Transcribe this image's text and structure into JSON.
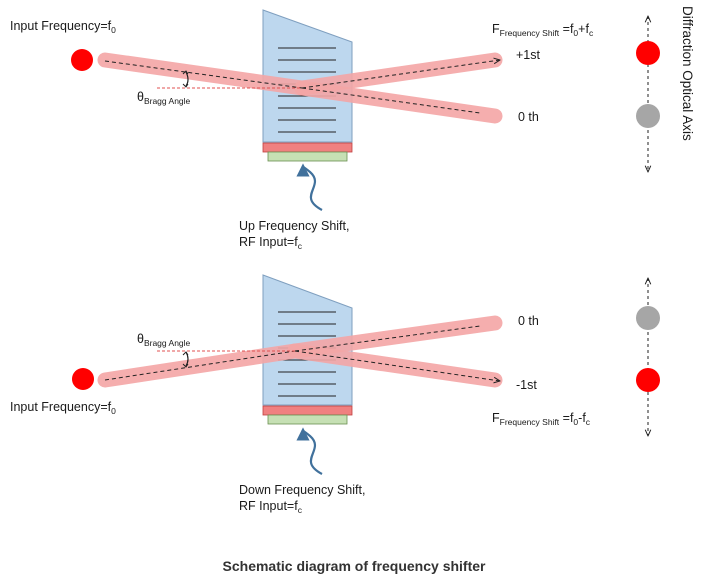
{
  "caption": "Schematic diagram of frequency shifter",
  "axis_label": "Diffraction Optical Axis",
  "colors": {
    "beam": "#f4a6a6",
    "beam_stroke": "#ee8a8a",
    "spot_active": "#ff0000",
    "spot_inactive": "#a6a6a6",
    "crystal_fill": "#bdd7ee",
    "crystal_stroke": "#7f9fbf",
    "transducer": "#f08080",
    "base": "#c6e0b4",
    "arrow_curve": "#41719c"
  },
  "top": {
    "input_label": "Input Frequency=f",
    "input_sub": "0",
    "angle_symbol": "θ",
    "angle_sub": "Bragg Angle",
    "output_f": "F",
    "output_f_sub": "Frequency Shift",
    "output_eq": " =f",
    "output_eq_sub0": "0",
    "output_plus": "+f",
    "output_plus_sub": "c",
    "order_plus1": "+1st",
    "order_zero": "0 th",
    "shift_line1": "Up Frequency Shift,",
    "shift_line2": "RF Input=f",
    "shift_line2_sub": "c"
  },
  "bottom": {
    "input_label": "Input Frequency=f",
    "input_sub": "0",
    "angle_symbol": "θ",
    "angle_sub": "Bragg Angle",
    "output_f": "F",
    "output_f_sub": "Frequency Shift",
    "output_eq": " =f",
    "output_eq_sub0": "0",
    "output_minus": "-f",
    "output_minus_sub": "c",
    "order_zero": "0 th",
    "order_minus1": "-1st",
    "shift_line1": "Down Frequency Shift,",
    "shift_line2": "RF Input=f",
    "shift_line2_sub": "c"
  }
}
